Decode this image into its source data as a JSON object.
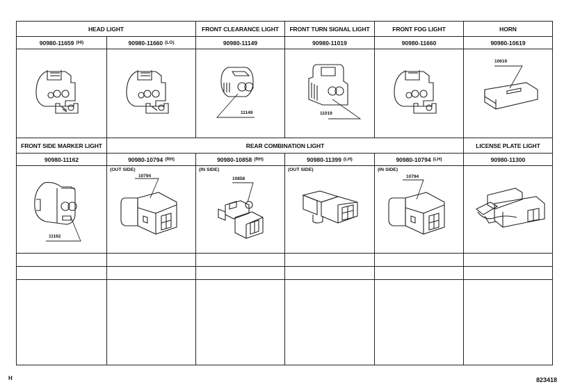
{
  "table": {
    "row1": {
      "headers": [
        {
          "label": "HEAD LIGHT",
          "span": 2
        },
        {
          "label": "FRONT CLEARANCE LIGHT",
          "span": 1
        },
        {
          "label": "FRONT TURN SIGNAL LIGHT",
          "span": 1
        },
        {
          "label": "FRONT FOG LIGHT",
          "span": 1
        },
        {
          "label": "HORN",
          "span": 1
        }
      ],
      "parts": [
        {
          "number": "90980-11659",
          "suffix": "(HI)",
          "callout": ""
        },
        {
          "number": "90980-11660",
          "suffix": "(LO)",
          "callout": ""
        },
        {
          "number": "90980-11149",
          "suffix": "",
          "callout": "11149"
        },
        {
          "number": "90980-11019",
          "suffix": "",
          "callout": "11019"
        },
        {
          "number": "90980-11660",
          "suffix": "",
          "callout": ""
        },
        {
          "number": "90980-10619",
          "suffix": "",
          "callout": "10619"
        }
      ]
    },
    "row2": {
      "headers": [
        {
          "label": "FRONT SIDE MARKER LIGHT",
          "span": 1
        },
        {
          "label": "REAR COMBINATION LIGHT",
          "span": 4
        },
        {
          "label": "LICENSE PLATE LIGHT",
          "span": 1
        }
      ],
      "parts": [
        {
          "number": "90980-11162",
          "suffix": "",
          "side": "",
          "callout": "11162"
        },
        {
          "number": "90980-10794",
          "suffix": "(RH)",
          "side": "(OUT SIDE)",
          "callout": "10794"
        },
        {
          "number": "90980-10858",
          "suffix": "(RH)",
          "side": "(IN SIDE)",
          "callout": "10858"
        },
        {
          "number": "90980-11399",
          "suffix": "(LH)",
          "side": "(OUT SIDE)",
          "callout": ""
        },
        {
          "number": "90980-10794",
          "suffix": "(LH)",
          "side": "(IN SIDE)",
          "callout": "10794"
        },
        {
          "number": "90980-11300",
          "suffix": "",
          "side": "",
          "callout": ""
        }
      ]
    },
    "empty_rows": 3
  },
  "footer": {
    "section_code": "H",
    "figure_number": "823418"
  }
}
